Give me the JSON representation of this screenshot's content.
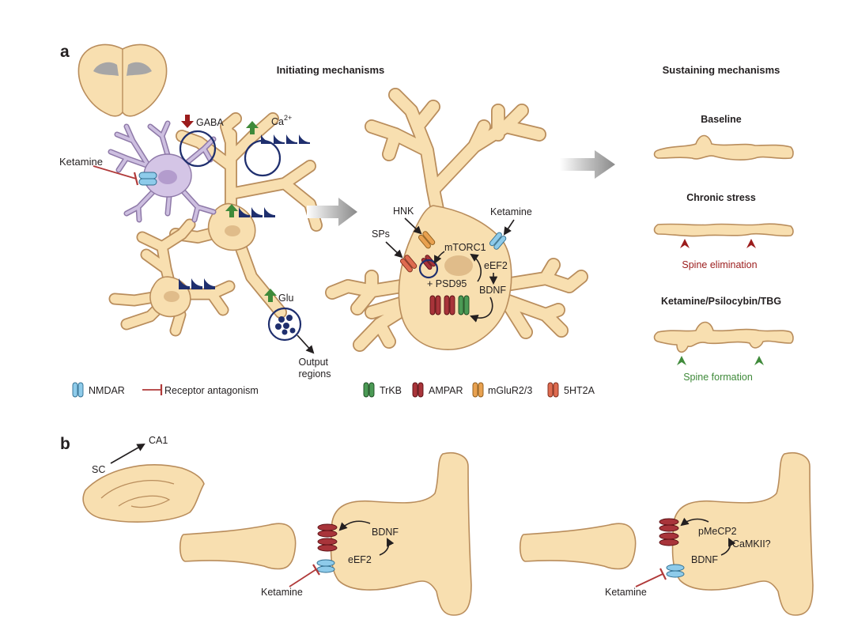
{
  "panel_a": {
    "label": "a",
    "initiating_title": "Initiating mechanisms",
    "sustaining_title": "Sustaining mechanisms",
    "gaba": "GABA",
    "ca_base": "Ca",
    "ca_sup": "2+",
    "ketamine_left": "Ketamine",
    "glu": "Glu",
    "output_line1": "Output",
    "output_line2": "regions",
    "hnk": "HNK",
    "sps": "SPs",
    "mtorc1": "mTORC1",
    "ketamine_right": "Ketamine",
    "eef2": "eEF2",
    "psd95": "+ PSD95",
    "bdnf": "BDNF",
    "baseline": "Baseline",
    "chronic_stress": "Chronic stress",
    "spine_elimination": "Spine elimination",
    "treatment": "Ketamine/Psilocybin/TBG",
    "spine_formation": "Spine formation",
    "legend_left": {
      "nmdar": "NMDAR",
      "antagonism": "Receptor antagonism"
    },
    "legend_right": {
      "trkb": "TrKB",
      "ampar": "AMPAR",
      "mglur": "mGluR2/3",
      "htr": "5HT2A"
    }
  },
  "panel_b": {
    "label": "b",
    "ca1": "CA1",
    "sc": "SC",
    "bdnf_left": "BDNF",
    "eef2_left": "eEF2",
    "ketamine_left": "Ketamine",
    "pmecp2": "pMeCP2",
    "camkii": "CaMKII?",
    "bdnf_right": "BDNF",
    "ketamine_right": "Ketamine"
  },
  "colors": {
    "cell": "#f8dfb0",
    "membrane": "#b98d5c",
    "nmdar": "#8ecbea",
    "ampar": "#a8343a",
    "trkb": "#4b9a55",
    "mglur": "#e8a150",
    "htr": "#de6b50",
    "ca_channel": "#1f2f6e",
    "spine_elimination": "#9b1c1c",
    "spine_formation": "#3f8a3a",
    "interneuron": "#d4c5e6"
  },
  "icons": [
    "brain-coronal-icon",
    "hippocampus-icon",
    "down-arrow-icon",
    "up-arrow-icon",
    "block-arrow-icon"
  ]
}
